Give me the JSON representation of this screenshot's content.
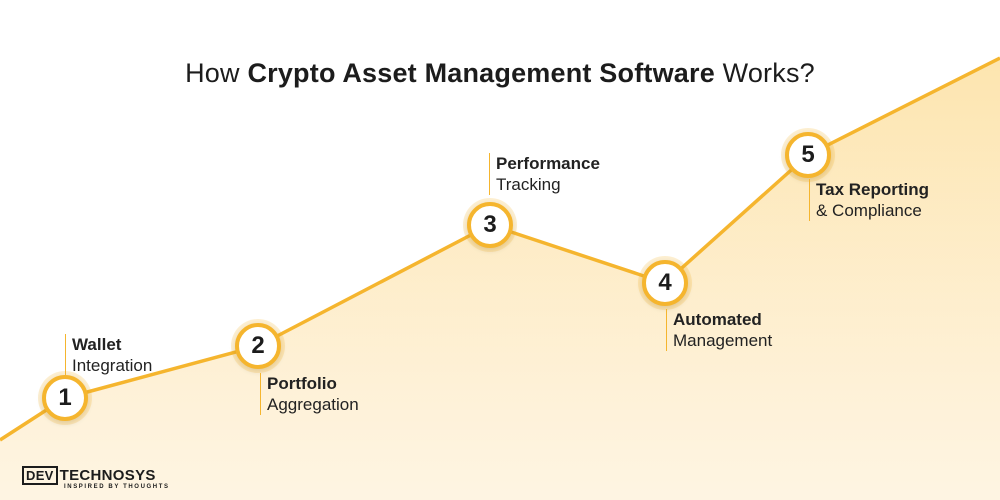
{
  "title": {
    "prefix": "How",
    "bold": "Crypto Asset Management Software",
    "suffix": "Works?"
  },
  "colors": {
    "accent": "#f5b52e",
    "fill": "#fdebc6",
    "text": "#1c1c1c"
  },
  "steps": [
    {
      "number": "1",
      "bold": "Wallet",
      "light": "Integration"
    },
    {
      "number": "2",
      "bold": "Portfolio",
      "light": "Aggregation"
    },
    {
      "number": "3",
      "bold": "Performance",
      "light": "Tracking"
    },
    {
      "number": "4",
      "bold": "Automated",
      "light": "Management"
    },
    {
      "number": "5",
      "bold": "Tax Reporting",
      "light": "& Compliance"
    }
  ],
  "logo": {
    "box": "DEV",
    "name": "TECHNOSYS",
    "tagline": "INSPIRED BY THOUGHTS"
  }
}
